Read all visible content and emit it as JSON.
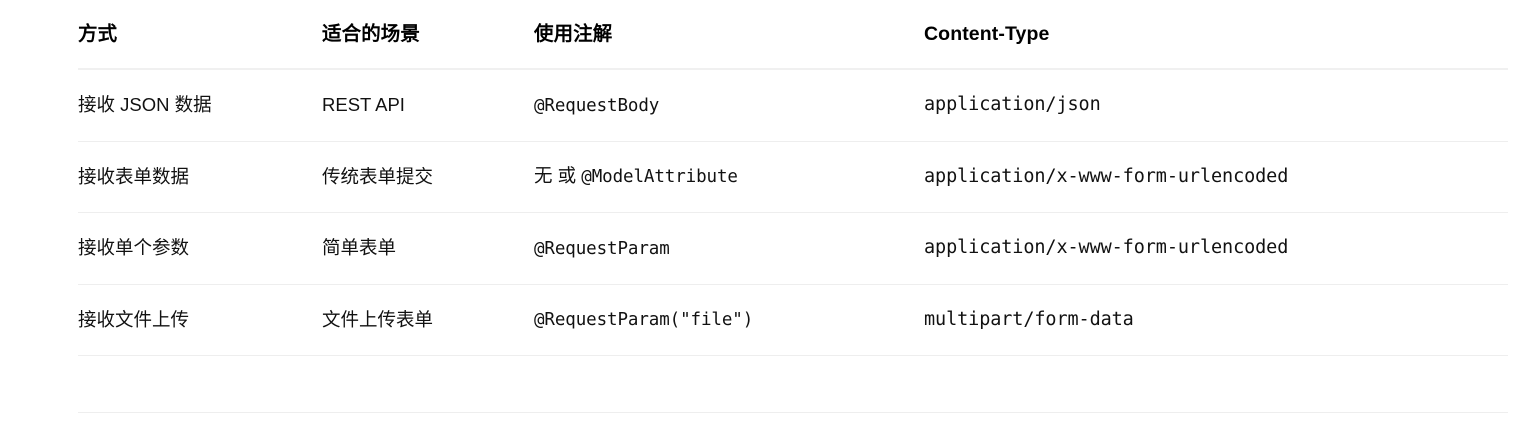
{
  "table": {
    "columns": [
      {
        "label": "方式",
        "type": "text"
      },
      {
        "label": "适合的场景",
        "type": "text"
      },
      {
        "label": "使用注解",
        "type": "code"
      },
      {
        "label": "Content-Type",
        "type": "code"
      }
    ],
    "rows": [
      {
        "method": "接收 JSON 数据",
        "scenario": "REST API",
        "annotation_prefix": "",
        "annotation_code": "@RequestBody",
        "content_type": "application/json"
      },
      {
        "method": "接收表单数据",
        "scenario": "传统表单提交",
        "annotation_prefix": "无 或 ",
        "annotation_code": "@ModelAttribute",
        "content_type": "application/x-www-form-urlencoded"
      },
      {
        "method": "接收单个参数",
        "scenario": "简单表单",
        "annotation_prefix": "",
        "annotation_code": "@RequestParam",
        "content_type": "application/x-www-form-urlencoded"
      },
      {
        "method": "接收文件上传",
        "scenario": "文件上传表单",
        "annotation_prefix": "",
        "annotation_code": "@RequestParam(\"file\")",
        "content_type": "multipart/form-data"
      }
    ]
  },
  "colors": {
    "text": "#000000",
    "body_text": "#111111",
    "header_rule": "#f0f0f0",
    "row_rule": "#eeeeee",
    "background": "#ffffff"
  }
}
